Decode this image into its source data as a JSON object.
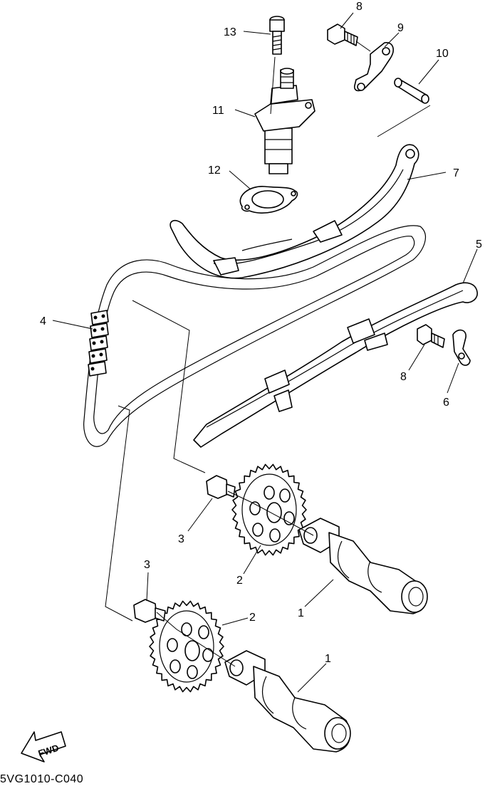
{
  "callouts": {
    "c1a": "1",
    "c1b": "1",
    "c2a": "2",
    "c2b": "2",
    "c3a": "3",
    "c3b": "3",
    "c4": "4",
    "c5": "5",
    "c6": "6",
    "c7": "7",
    "c8a": "8",
    "c8b": "8",
    "c9": "9",
    "c10": "10",
    "c11": "11",
    "c12": "12",
    "c13": "13"
  },
  "fwd_label": "FWD",
  "diagram_code": "5VG1010-C040"
}
